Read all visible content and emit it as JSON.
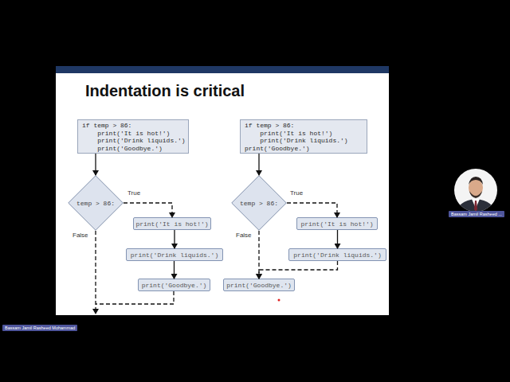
{
  "diagram": {
    "title": "Indentation is critical",
    "nodes": [
      {
        "text": [
          "if temp > 86:",
          "    print('It is hot!')",
          "    print('Drink liquids.')",
          "    print('Goodbye.')"
        ]
      },
      {
        "text": [
          "if temp > 86:",
          "    print('It is hot!')",
          "    print('Drink liquids.')",
          "print('Goodbye.')"
        ]
      },
      {
        "text": [
          "temp > 86:"
        ]
      },
      {
        "text": [
          "print('It is hot!')"
        ]
      },
      {
        "text": [
          "print('Drink liquids.')"
        ]
      },
      {
        "text": [
          "print('Goodbye.')"
        ]
      },
      {
        "text": [
          "temp > 86:"
        ]
      },
      {
        "text": [
          "print('It is hot!')"
        ]
      },
      {
        "text": [
          "print('Drink liquids.')"
        ]
      },
      {
        "text": [
          "print('Goodbye.')"
        ]
      }
    ],
    "edges": [
      {
        "from": 0,
        "to": 2,
        "arrow": "to"
      },
      {
        "from": 2,
        "to": 3,
        "label": "True",
        "arrow": "to"
      },
      {
        "from": 3,
        "to": 4,
        "arrow": "to"
      },
      {
        "from": 4,
        "to": 5,
        "arrow": "to"
      },
      {
        "from": 1,
        "to": 6,
        "arrow": "to"
      },
      {
        "from": 6,
        "to": 7,
        "label": "True",
        "arrow": "to"
      },
      {
        "from": 7,
        "to": 8,
        "arrow": "to"
      },
      {
        "from": 8,
        "to": 9,
        "arrow": "to"
      },
      {
        "from": 6,
        "to": 9,
        "label": "False",
        "arrow": "to"
      }
    ],
    "labels": [
      "False",
      "Bassam Jamil Rasheed ...",
      "Bassam Jamil Rasheed Mohammad"
    ]
  }
}
